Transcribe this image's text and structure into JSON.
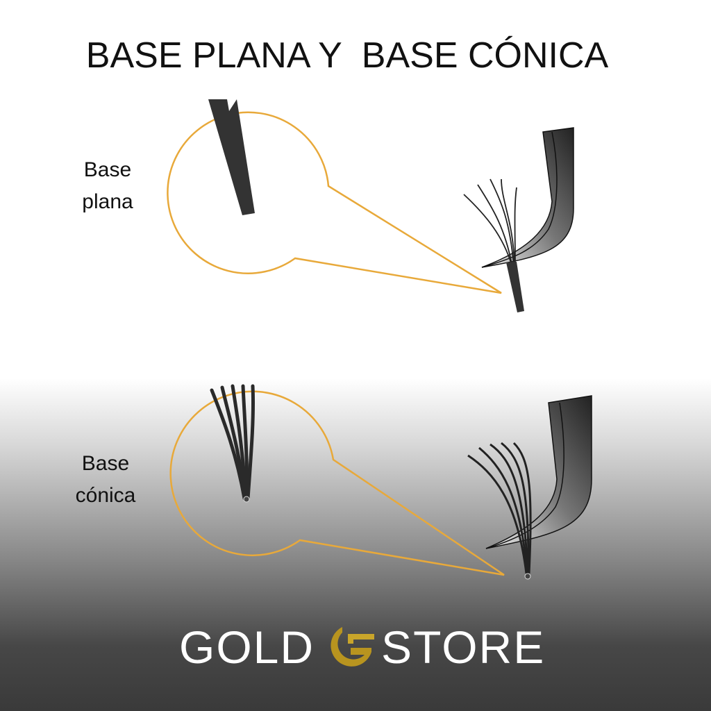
{
  "title": "BASE PLANA Y  BASE CÓNICA",
  "sections": [
    {
      "label_line1": "Base",
      "label_line2": "plana"
    },
    {
      "label_line1": "Base",
      "label_line2": "cónica"
    }
  ],
  "brand": {
    "left": "GOLD",
    "right": "STORE",
    "icon": "gs-monogram-icon"
  },
  "colors": {
    "callout": "#e8a93a",
    "gold": "#b8941f",
    "lash": "#2f2f2f"
  }
}
